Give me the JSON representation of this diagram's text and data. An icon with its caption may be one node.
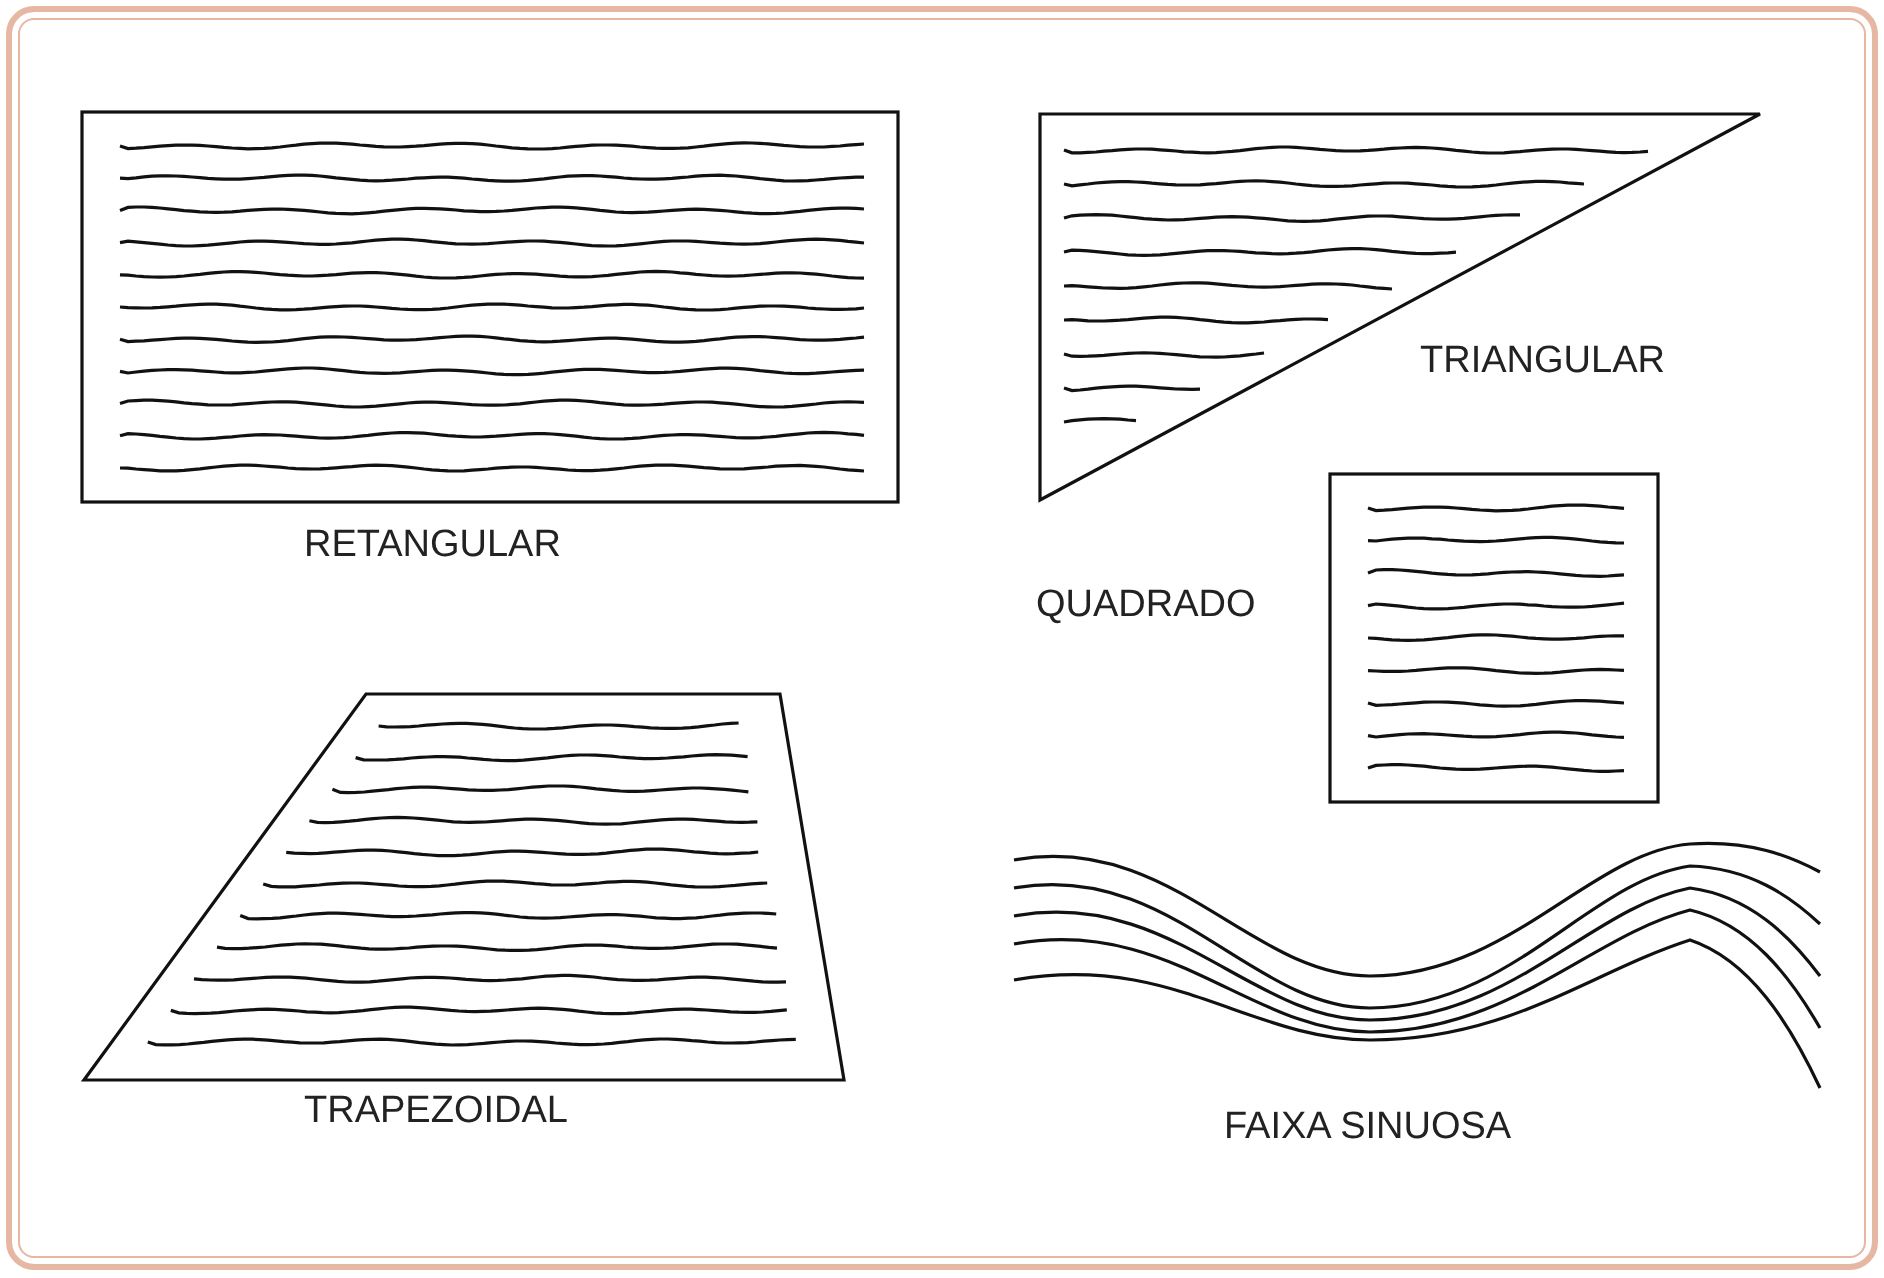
{
  "diagram": {
    "nodes": [
      {
        "text": [],
        "shape": "box",
        "beside": [
          "RETANGULAR"
        ]
      },
      {
        "text": [],
        "shape": "triangle",
        "beside": [
          "TRIANGULAR"
        ]
      },
      {
        "text": [],
        "shape": "box",
        "beside": [
          "QUADRADO"
        ]
      },
      {
        "text": [],
        "shape": "trapezoid",
        "beside": [
          "TRAPEZOIDAL"
        ]
      },
      {
        "text": [],
        "shape": "band",
        "beside": [
          "FAIXA SINUOSA"
        ]
      }
    ]
  }
}
